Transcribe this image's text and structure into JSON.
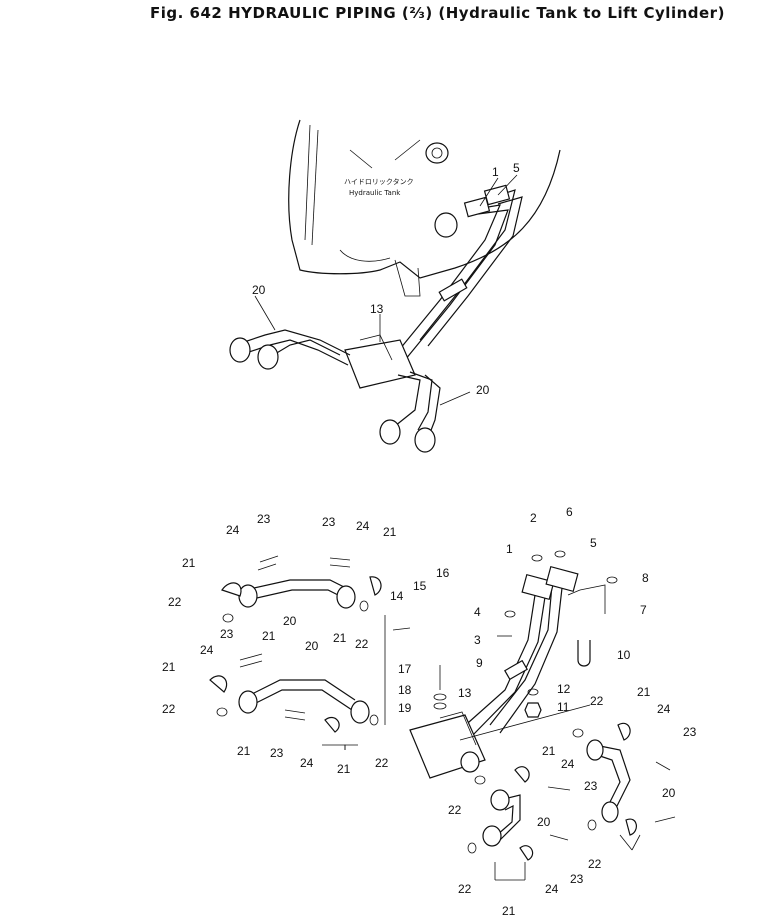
{
  "header": {
    "title": "Fig. 642   HYDRAULIC PIPING (⅔) (Hydraulic Tank to Lift Cylinder)"
  },
  "tank_labels": {
    "jp": "ハイドロリックタンク",
    "en": "Hydraulic Tank"
  },
  "upper_callouts": [
    "1",
    "5",
    "13",
    "20",
    "20"
  ],
  "lower_callouts": [
    "24",
    "23",
    "23",
    "24",
    "21",
    "21",
    "22",
    "20",
    "21",
    "21",
    "22",
    "23",
    "24",
    "21",
    "22",
    "20",
    "21",
    "23",
    "24",
    "21",
    "22",
    "14",
    "15",
    "16",
    "17",
    "18",
    "19",
    "13",
    "2",
    "6",
    "1",
    "5",
    "4",
    "3",
    "8",
    "7",
    "10",
    "9",
    "12",
    "11",
    "22",
    "21",
    "24",
    "23",
    "20",
    "22",
    "21",
    "24",
    "23",
    "20",
    "22",
    "23",
    "24",
    "21",
    "22"
  ]
}
